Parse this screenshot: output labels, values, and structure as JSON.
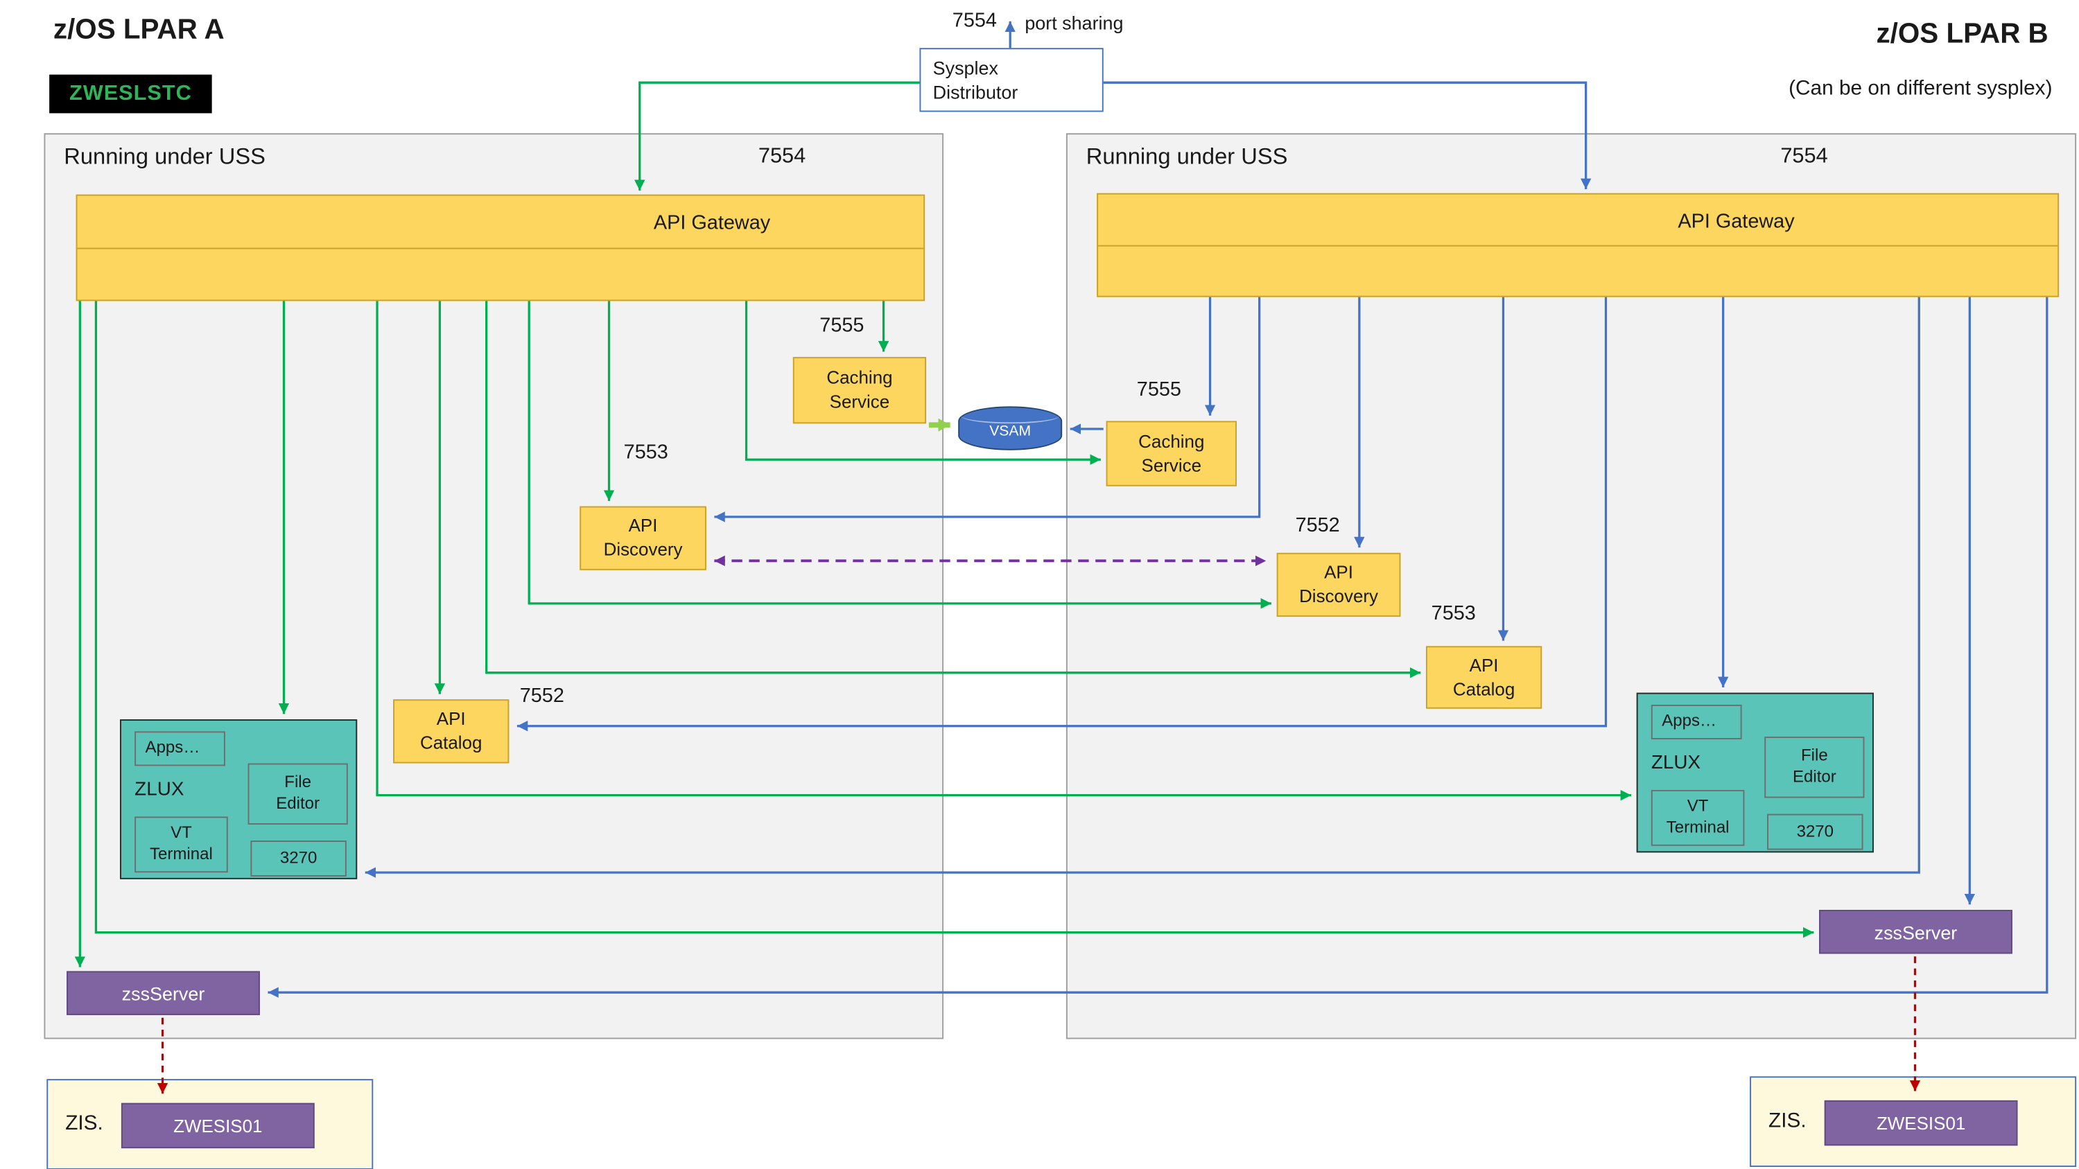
{
  "colors": {
    "green": "#00B050",
    "lime": "#92D050",
    "blue": "#4472C4",
    "purple": "#7030A0",
    "red": "#C00000",
    "gold": "#FCD65F",
    "gold_border": "#C9A227",
    "teal": "#5BC4B8",
    "teal_border": "#2B2B2B",
    "inner_border": "#6E6E6E",
    "purple_node": "#8064A2",
    "purple_node_border": "#5F4B7D",
    "cream": "#FEF8DC",
    "panel_bg": "#F2F2F2",
    "panel_border": "#9E9E9E",
    "badge_bg": "#000000",
    "badge_text": "#2DB557",
    "vsam_fill": "#4473C5",
    "vsam_border": "#24466E",
    "ink": "#1A1A1A"
  },
  "top": {
    "port": "7554",
    "port_note": "port sharing",
    "sysplex_distributor": "Sysplex\nDistributor"
  },
  "storage": {
    "vsam": "VSAM"
  },
  "lpar_a": {
    "title": "z/OS LPAR A",
    "badge": "ZWESLSTC",
    "uss_label": "Running under USS",
    "gateway_port": "7554",
    "api_gateway": "API Gateway",
    "caching": {
      "label": "Caching\nService",
      "port": "7555"
    },
    "discovery": {
      "label": "API\nDiscovery",
      "port": "7553"
    },
    "catalog": {
      "label": "API\nCatalog",
      "port": "7552"
    },
    "zlux": {
      "apps": "Apps…",
      "name": "ZLUX",
      "file_editor": "File\nEditor",
      "vt_terminal": "VT\nTerminal",
      "terminal_3270": "3270"
    },
    "zss": "zssServer",
    "zis_label": "ZIS.",
    "zis_server": "ZWESIS01"
  },
  "lpar_b": {
    "title": "z/OS LPAR B",
    "subtitle": "(Can be on different sysplex)",
    "uss_label": "Running under USS",
    "gateway_port": "7554",
    "api_gateway": "API Gateway",
    "caching": {
      "label": "Caching\nService",
      "port": "7555"
    },
    "discovery": {
      "label": "API\nDiscovery",
      "port": "7552"
    },
    "catalog": {
      "label": "API\nCatalog",
      "port": "7553"
    },
    "zlux": {
      "apps": "Apps…",
      "name": "ZLUX",
      "file_editor": "File\nEditor",
      "vt_terminal": "VT\nTerminal",
      "terminal_3270": "3270"
    },
    "zss": "zssServer",
    "zis_label": "ZIS.",
    "zis_server": "ZWESIS01"
  }
}
